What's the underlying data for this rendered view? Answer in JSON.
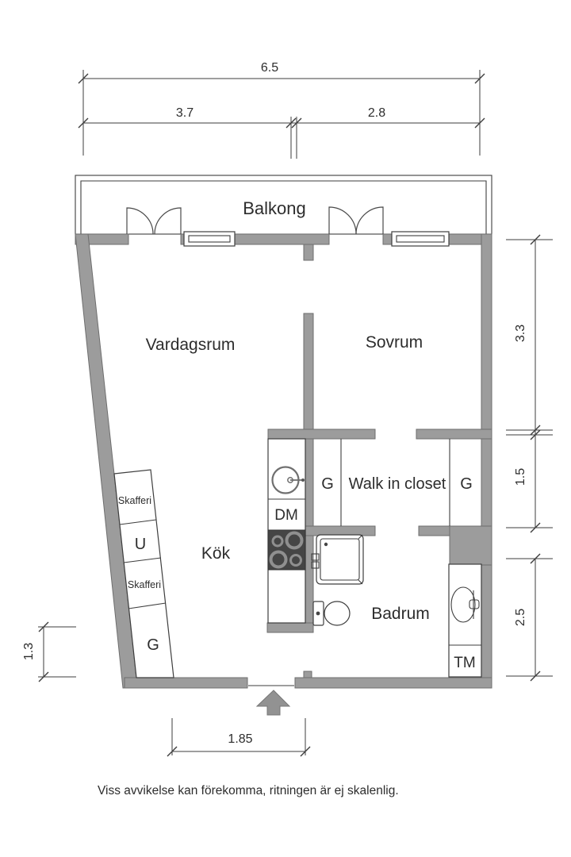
{
  "plan": {
    "balcony": {
      "label": "Balkong"
    },
    "rooms": {
      "living": "Vardagsrum",
      "bedroom": "Sovrum",
      "kitchen": "Kök",
      "closet": "Walk in closet",
      "bathroom": "Badrum"
    },
    "fixtures": {
      "pantry_top": "Skafferi",
      "oven": "U",
      "pantry_bottom": "Skafferi",
      "hall_wardrobe": "G",
      "dishwasher": "DM",
      "closet_wardrobe_left": "G",
      "closet_wardrobe_right": "G",
      "washing_machine": "TM"
    },
    "dimensions": {
      "total_width": "6.5",
      "left_width": "3.7",
      "right_width": "2.8",
      "bedroom_depth": "3.3",
      "closet_depth": "1.5",
      "bathroom_depth": "2.5",
      "left_height": "1.3",
      "entrance_width": "1.85"
    },
    "disclaimer": "Viss avvikelse kan förekomma, ritningen är ej skalenlig."
  },
  "colors": {
    "wall": "#9c9c9c",
    "wall-stroke": "#6e6e6e",
    "line": "#3e3e3e",
    "light-line": "#6f6f6f",
    "stove": "#454545",
    "burner": "#8f8f8f",
    "arrow": "#929292",
    "text": "#2d2d2d",
    "bg": "#ffffff"
  }
}
